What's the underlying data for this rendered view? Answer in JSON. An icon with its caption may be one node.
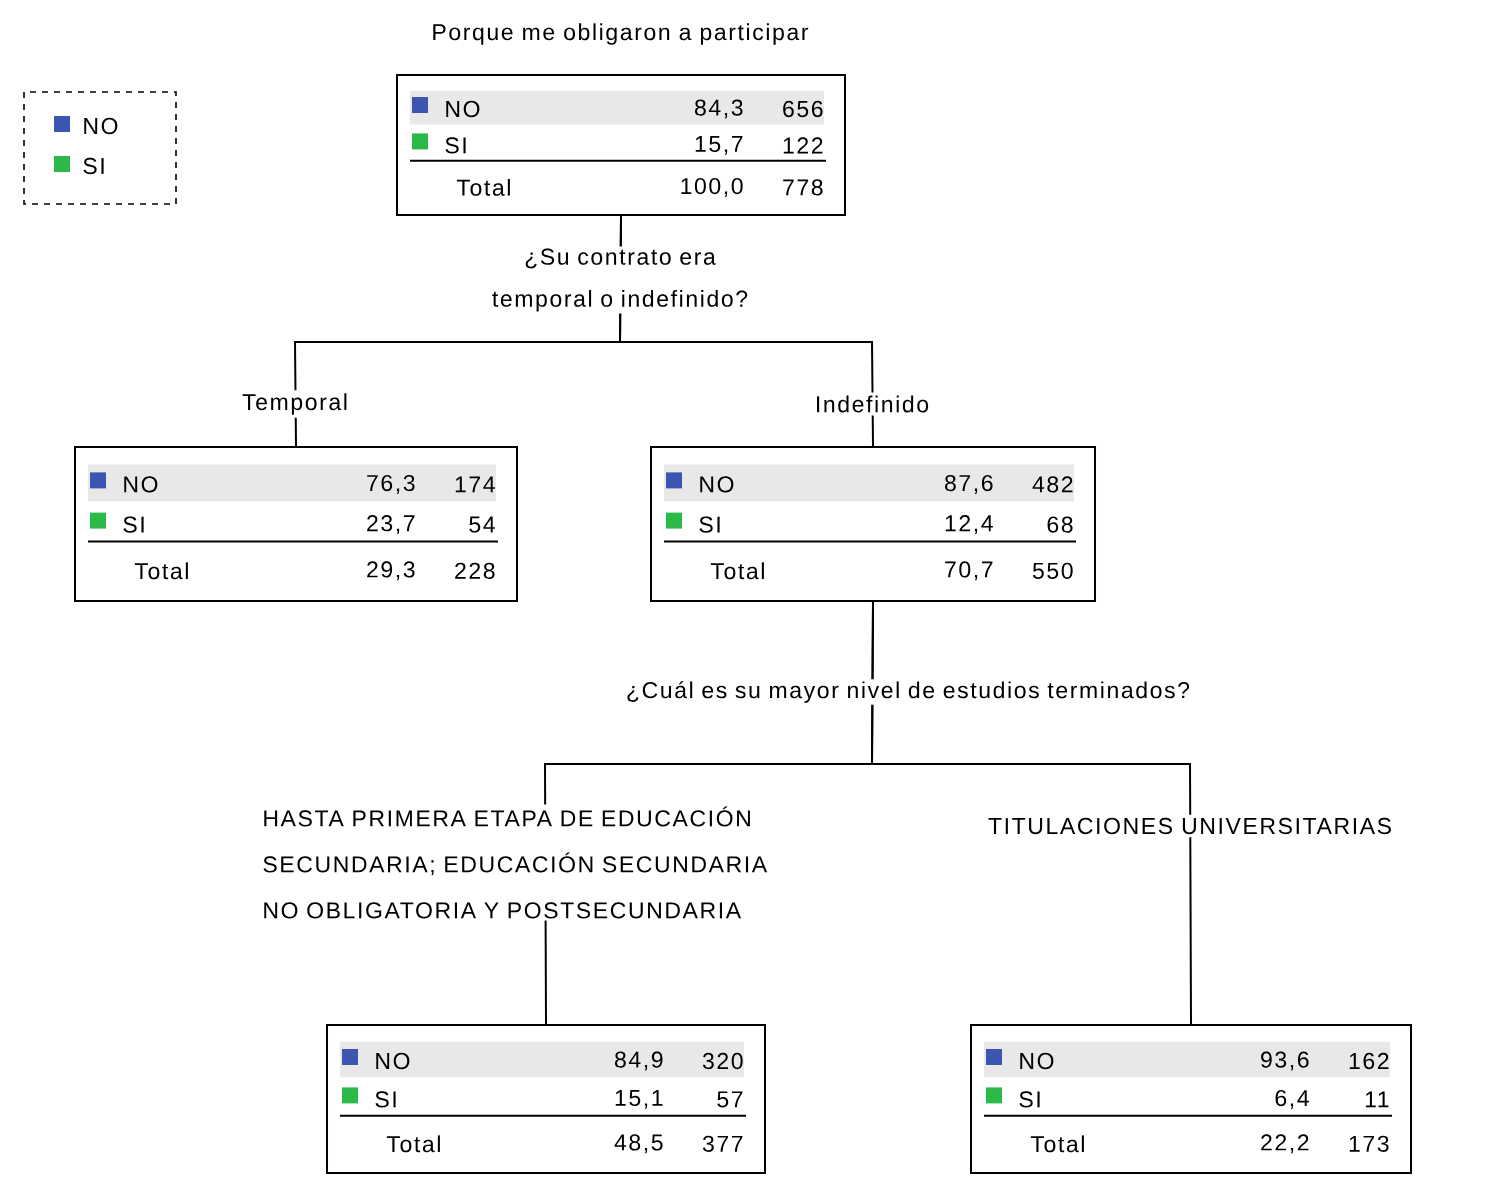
{
  "diagram": {
    "nodes": [
      {
        "text": [
          "Porque me obligaron a participar",
          "NO",
          "84,3",
          "656",
          "SI",
          "15,7",
          "122",
          "Total",
          "100,0",
          "778"
        ]
      },
      {
        "text": [
          "NO",
          "76,3",
          "174",
          "SI",
          "23,7",
          "54",
          "Total",
          "29,3",
          "228"
        ]
      },
      {
        "text": [
          "NO",
          "87,6",
          "482",
          "SI",
          "12,4",
          "68",
          "Total",
          "70,7",
          "550"
        ]
      },
      {
        "text": [
          "NO",
          "84,9",
          "320",
          "SI",
          "15,1",
          "57",
          "Total",
          "48,5",
          "377"
        ]
      },
      {
        "text": [
          "NO",
          "93,6",
          "162",
          "SI",
          "6,4",
          "11",
          "Total",
          "22,2",
          "173"
        ]
      }
    ],
    "edges": [
      {
        "from": 0,
        "to": 1,
        "arrow": "none",
        "label": "Temporal"
      },
      {
        "from": 0,
        "to": 2,
        "arrow": "none",
        "label": "Indefinido"
      },
      {
        "from": 2,
        "to": 3,
        "arrow": "none",
        "label": "HASTA PRIMERA ETAPA DE EDUCACIÓN SECUNDARIA; EDUCACIÓN SECUNDARIA NO OBLIGATORIA Y POSTSECUNDARIA"
      },
      {
        "from": 2,
        "to": 4,
        "arrow": "none",
        "label": "TITULACIONES UNIVERSITARIAS"
      }
    ],
    "labels": [
      "¿Su contrato era temporal o indefinido?",
      "¿Cuál es su mayor nivel de estudios terminados?"
    ],
    "legend": [
      {
        "text": "NO",
        "color": "#3b55b0"
      },
      {
        "text": "SI",
        "color": "#2db84a"
      }
    ]
  }
}
